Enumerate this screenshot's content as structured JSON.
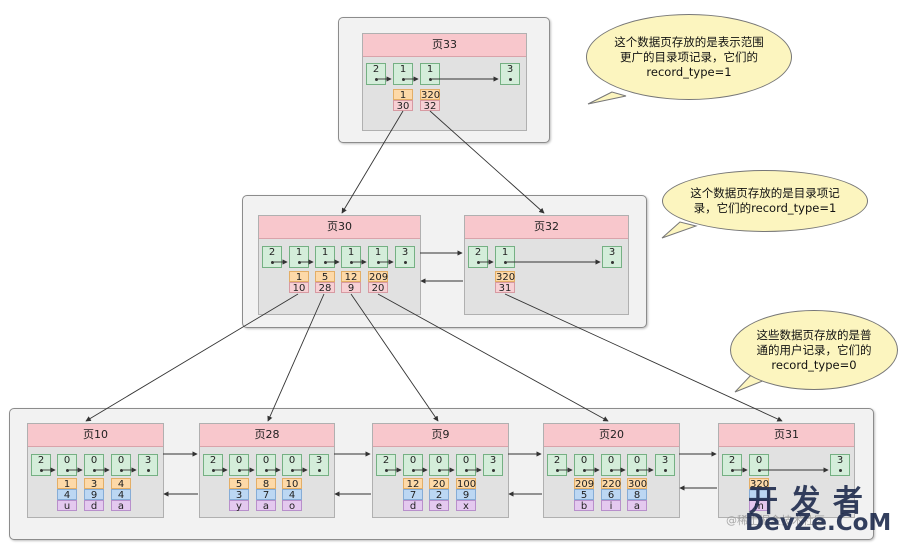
{
  "root": {
    "title": "页33",
    "records": [
      "2",
      "1",
      "1",
      "3"
    ],
    "entries": [
      {
        "key": "1",
        "page": "30"
      },
      {
        "key": "320",
        "page": "32"
      }
    ]
  },
  "middle": [
    {
      "title": "页30",
      "records": [
        "2",
        "1",
        "1",
        "1",
        "1",
        "3"
      ],
      "entries": [
        {
          "key": "1",
          "page": "10"
        },
        {
          "key": "5",
          "page": "28"
        },
        {
          "key": "12",
          "page": "9"
        },
        {
          "key": "209",
          "page": "20"
        }
      ]
    },
    {
      "title": "页32",
      "records": [
        "2",
        "1",
        "3"
      ],
      "entries": [
        {
          "key": "320",
          "page": "31"
        }
      ]
    }
  ],
  "leaves": [
    {
      "title": "页10",
      "records": [
        "2",
        "0",
        "0",
        "0",
        "3"
      ],
      "rows": [
        [
          "1",
          "4",
          "u"
        ],
        [
          "3",
          "9",
          "d"
        ],
        [
          "4",
          "4",
          "a"
        ]
      ]
    },
    {
      "title": "页28",
      "records": [
        "2",
        "0",
        "0",
        "0",
        "3"
      ],
      "rows": [
        [
          "5",
          "3",
          "y"
        ],
        [
          "8",
          "7",
          "a"
        ],
        [
          "10",
          "4",
          "o"
        ]
      ]
    },
    {
      "title": "页9",
      "records": [
        "2",
        "0",
        "0",
        "0",
        "3"
      ],
      "rows": [
        [
          "12",
          "7",
          "d"
        ],
        [
          "20",
          "2",
          "e"
        ],
        [
          "100",
          "9",
          "x"
        ]
      ]
    },
    {
      "title": "页20",
      "records": [
        "2",
        "0",
        "0",
        "0",
        "3"
      ],
      "rows": [
        [
          "209",
          "5",
          "b"
        ],
        [
          "220",
          "6",
          "i"
        ],
        [
          "300",
          "8",
          "a"
        ]
      ]
    },
    {
      "title": "页31",
      "records": [
        "2",
        "0",
        "3"
      ],
      "rows": [
        [
          "320",
          "",
          "m"
        ]
      ]
    }
  ],
  "notes": {
    "root_note": [
      "这个数据页存放的是表示范围",
      "更广的目录项记录，它们的",
      "record_type=1"
    ],
    "middle_note": [
      "这个数据页存放的是目录项记",
      "录，它们的record_type=1"
    ],
    "leaf_note": [
      "这些数据页存放的是普",
      "通的用户记录，它们的",
      "record_type=0"
    ]
  },
  "watermark": {
    "main": "开 发 者",
    "sub": "DevZe.CoM",
    "faint": "@稀土掘金技术社区"
  },
  "colors": {
    "page_title": "#f8c7cc",
    "record": "#d4edda",
    "key_cell": "#fdd9a8",
    "page_cell": "#f7d0d4",
    "col1_cell": "#bcd7f3",
    "col2_cell": "#e4c9ef",
    "note_fill": "#fcf5bf"
  }
}
